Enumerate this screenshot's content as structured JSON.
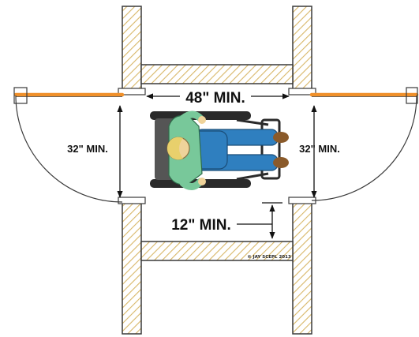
{
  "labels": {
    "between_doors": "48\" MIN.",
    "left_door_width": "32\" MIN.",
    "right_door_width": "32\" MIN.",
    "wall_clearance": "12\" MIN.",
    "credit": "© JAY SCEPL 2013"
  },
  "colors": {
    "door_leaf": "#f0902a",
    "wall_hatch": "#d8b768",
    "wall_outline": "#3a3a3a",
    "dimension": "#111111",
    "person_shirt": "#78c89a",
    "person_pants": "#2f7fbf",
    "person_skin": "#efd39a",
    "person_hair": "#e8d06c",
    "wheelchair": "#2a2a2a"
  }
}
